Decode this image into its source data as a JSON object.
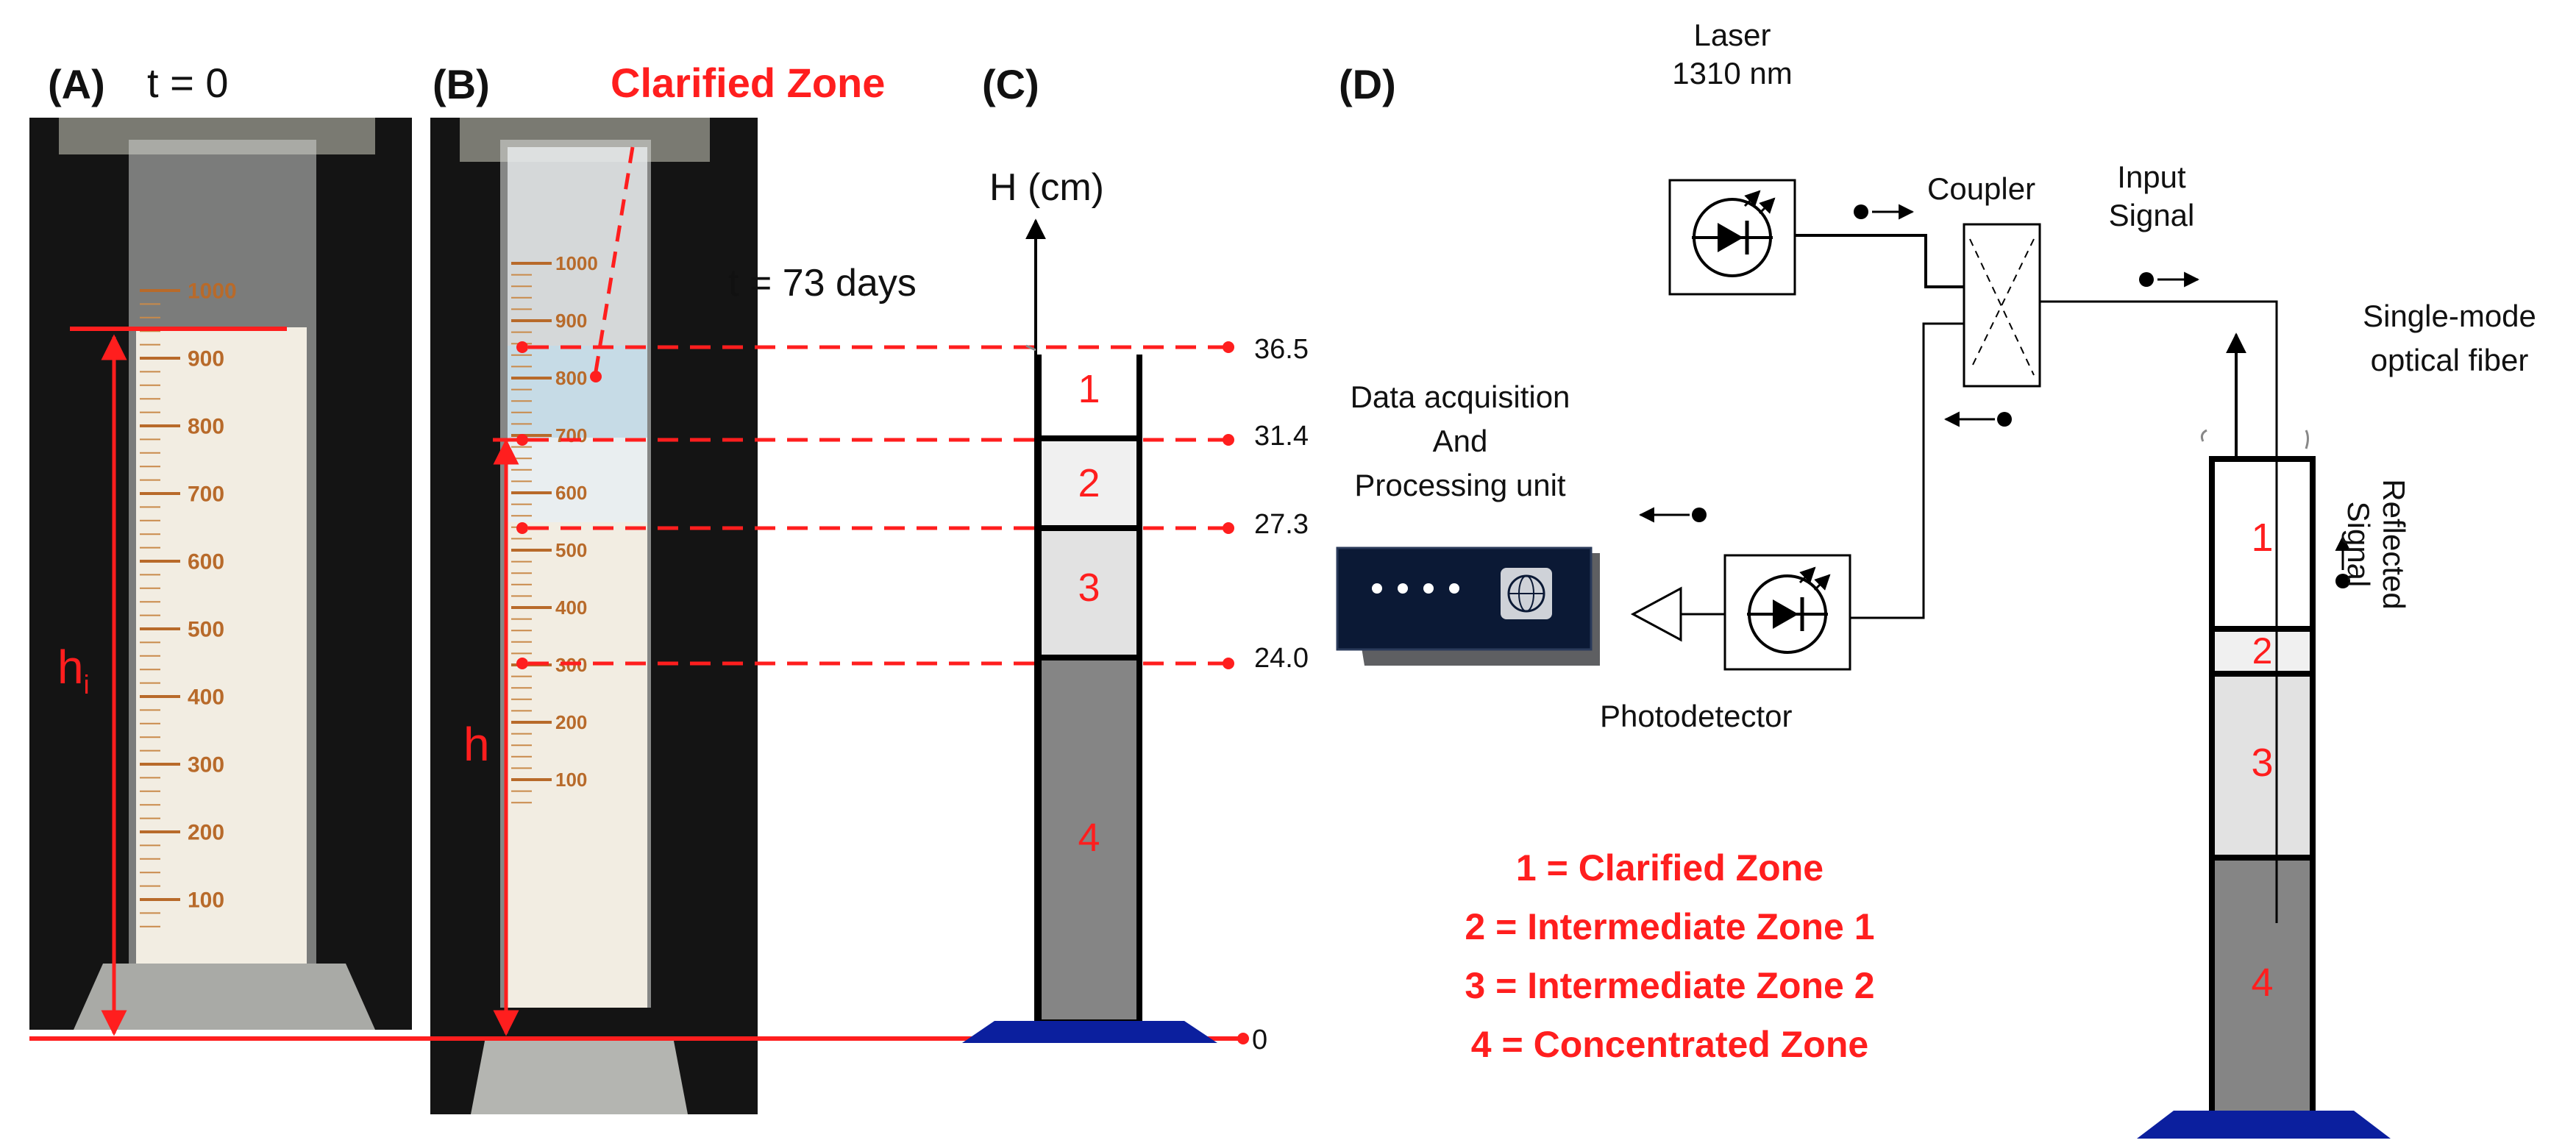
{
  "panels": {
    "a": {
      "tag": "(A)",
      "time": "t = 0",
      "h_label": "h",
      "h_sub": "i",
      "ticks": [
        "1000",
        "900",
        "800",
        "700",
        "600",
        "500",
        "400",
        "300",
        "200",
        "100"
      ]
    },
    "b": {
      "tag": "(B)",
      "title": "Clarified Zone",
      "time": "t = 73 days",
      "h_label": "h",
      "ticks": [
        "1000",
        "900",
        "800",
        "700",
        "600",
        "500",
        "400",
        "300",
        "200",
        "100"
      ]
    },
    "c": {
      "tag": "(C)",
      "axis_label": "H (cm)",
      "levels": [
        "36.5",
        "31.4",
        "27.3",
        "24.0",
        "0"
      ],
      "zones": [
        "1",
        "2",
        "3",
        "4"
      ]
    },
    "d": {
      "tag": "(D)",
      "laser_line1": "Laser",
      "laser_line2": "1310 nm",
      "coupler": "Coupler",
      "input_line1": "Input",
      "input_line2": "Signal",
      "fiber_line1": "Single-mode",
      "fiber_line2": "optical fiber",
      "daq_line1": "Data acquisition",
      "daq_line2": "And",
      "daq_line3": "Processing unit",
      "photodetector": "Photodetector",
      "reflected_line1": "Reflected",
      "reflected_line2": "Signal",
      "zones": [
        "1",
        "2",
        "3",
        "4"
      ]
    }
  },
  "legend": [
    "1 = Clarified Zone",
    "2 = Intermediate Zone 1",
    "3 = Intermediate Zone 2",
    "4 = Concentrated Zone"
  ],
  "colors": {
    "accent_red": "#ff1e1e",
    "zone_white": "#ffffff",
    "zone_light": "#f0f0f0",
    "zone_mid": "#e2e2e2",
    "zone_dark": "#858585",
    "base_blue": "#0b1f9e",
    "photo_bg": "#141414",
    "cylinder_fill": "#f2ede2",
    "clarified_blue": "#c6dbe6"
  }
}
